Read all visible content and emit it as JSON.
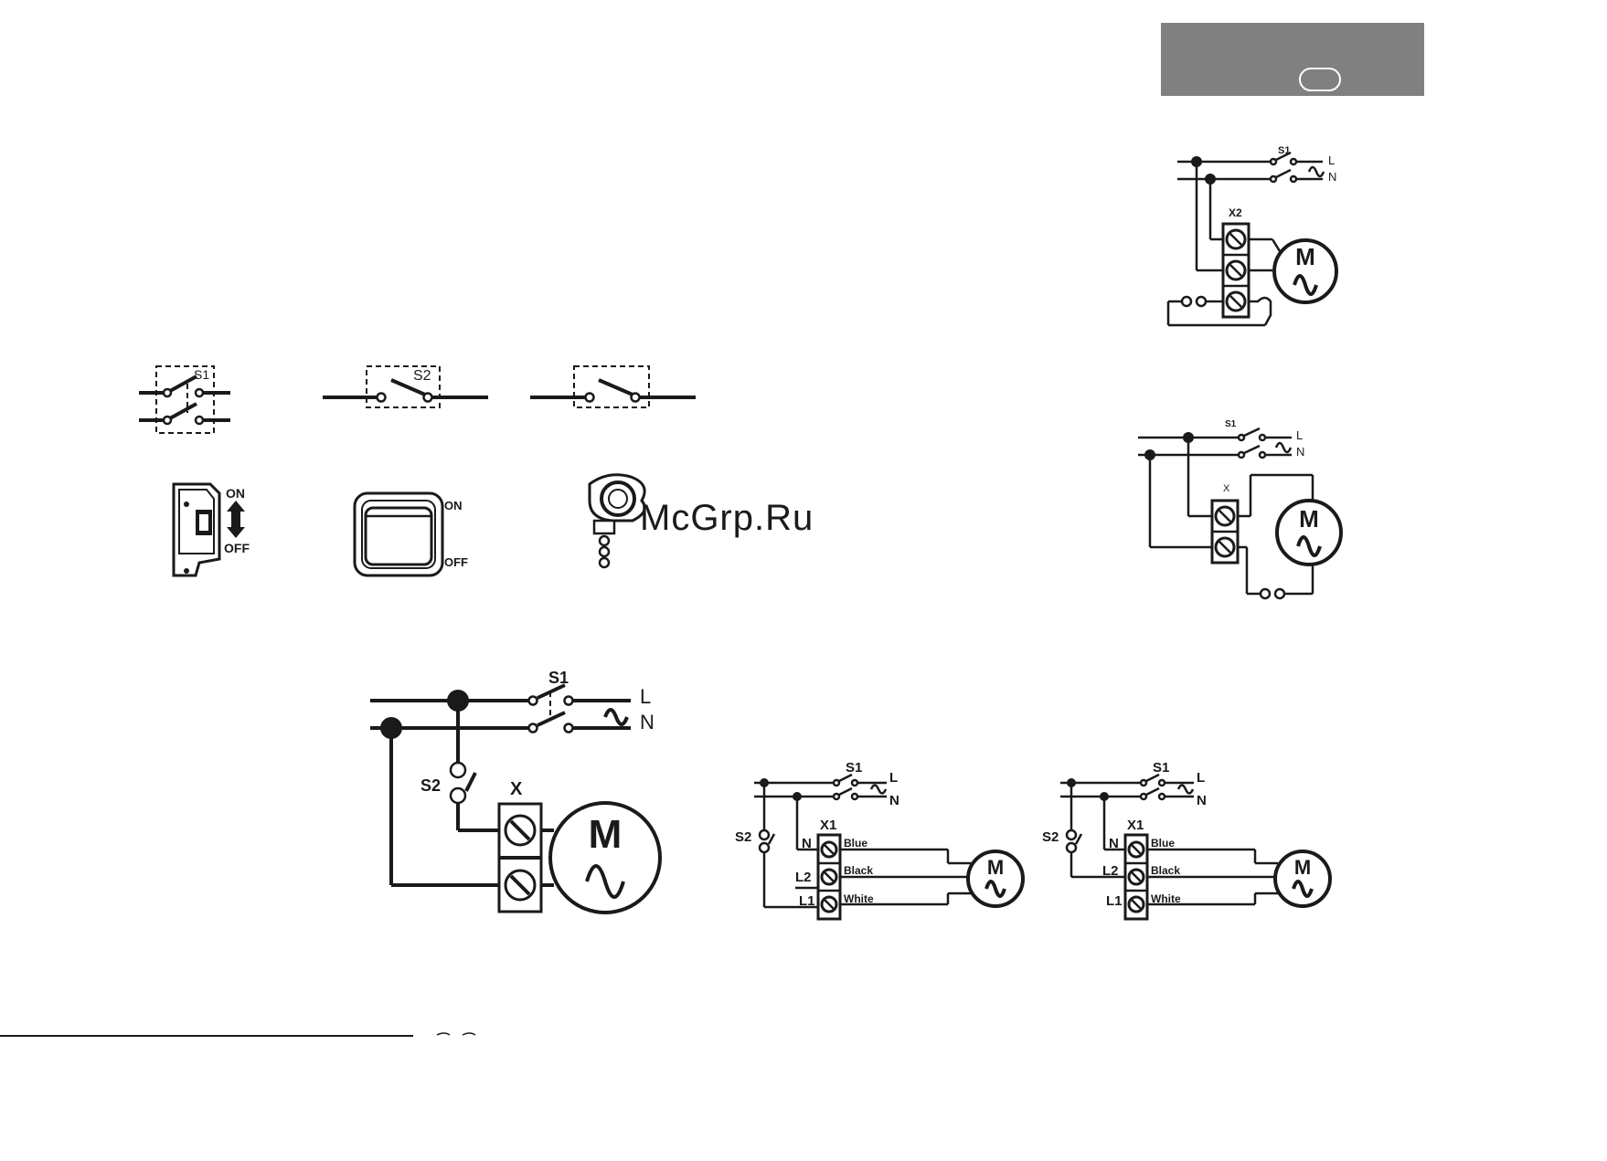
{
  "header_box": {
    "color": "#808080"
  },
  "watermark": "McGrp.Ru",
  "symbols": {
    "s1_label": "S1",
    "s2_label": "S2"
  },
  "switch_labels": {
    "on": "ON",
    "off": "OFF"
  },
  "diagram_main": {
    "s1": "S1",
    "s2": "S2",
    "x": "X",
    "l": "L",
    "n": "N",
    "motor": "M"
  },
  "diagram_top_right": {
    "s1": "S1",
    "x2": "X2",
    "l": "L",
    "n": "N",
    "motor": "M"
  },
  "diagram_mid_right": {
    "s1": "S1",
    "x": "X",
    "l": "L",
    "n": "N",
    "motor": "M"
  },
  "diagram_bottom_a": {
    "s1": "S1",
    "s2": "S2",
    "x1": "X1",
    "l": "L",
    "n": "N",
    "motor": "M",
    "term_n": "N",
    "term_l2": "L2",
    "term_l1": "L1",
    "wire_blue": "Blue",
    "wire_black": "Black",
    "wire_white": "White"
  },
  "diagram_bottom_b": {
    "s1": "S1",
    "s2": "S2",
    "x1": "X1",
    "l": "L",
    "n": "N",
    "motor": "M",
    "term_n": "N",
    "term_l2": "L2",
    "term_l1": "L1",
    "wire_blue": "Blue",
    "wire_black": "Black",
    "wire_white": "White"
  }
}
